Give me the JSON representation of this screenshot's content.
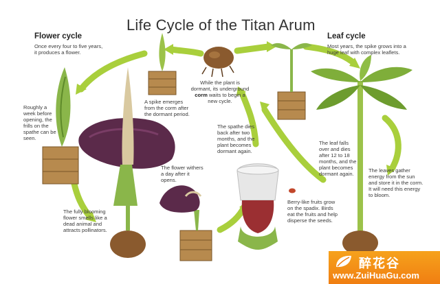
{
  "title": "Life Cycle of the Titan Arum",
  "flower_cycle": {
    "heading": "Flower cycle",
    "intro": "Once every four to five years, it produces a flower.",
    "spike_text": "A spike emerges from the corm after the dormant period.",
    "week_text": "Roughly a week before opening, the frills on the spathe can be seen.",
    "bloom_text": "The fully blooming flower smells like a dead animal and attracts pollinators.",
    "wither_text": "The flower withers a day after it opens."
  },
  "dormant": {
    "text_before": "While the plant is dormant, its underground",
    "keyword": "corm",
    "text_after": "waits to begin a new cycle."
  },
  "leaf_cycle": {
    "heading": "Leaf cycle",
    "intro": "Most years, the spike grows into a huge leaf with complex leaflets.",
    "falls_text": "The leaf falls over and dies after 12 to 18 months, and the plant becomes dormant again.",
    "energy_text": "The leaves gather energy from the sun and store it in the corm. It will need this energy to bloom."
  },
  "spathe_text": "The spathe dies back after two months, and the plant becomes dormant again.",
  "berry_text": "Berry-like fruits grow on the spadix. Birds eat the fruits and help disperse the seeds.",
  "watermark": {
    "name": "醉花谷",
    "url": "www.ZuiHuaGu.com"
  },
  "colors": {
    "arrow_green": "#a9cf3c",
    "leaf_green": "#7fae3a",
    "flower_purple": "#5b2a4a",
    "soil_brown": "#8a5a2e",
    "crate_wood": "#b78a4e",
    "badge_orange": "#f28a15"
  }
}
